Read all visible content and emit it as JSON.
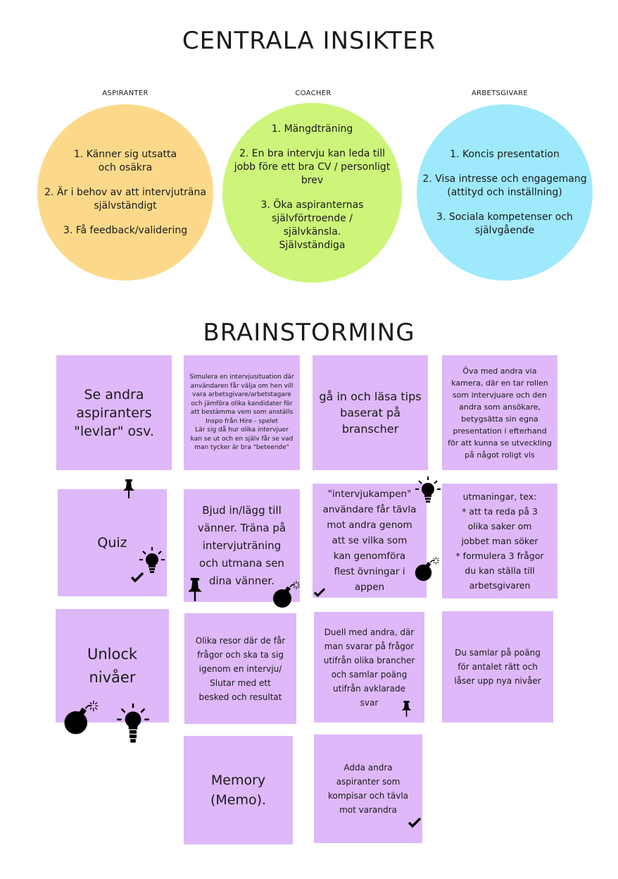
{
  "titles": {
    "insights": "CENTRALA INSIKTER",
    "brainstorming": "BRAINSTORMING"
  },
  "groups": [
    {
      "label": "ASPIRANTER",
      "color": "#fcd98a",
      "items": [
        "1. Känner sig utsatta\noch osäkra",
        "2. Är i behov av att intervjuträna\nsjälvständigt",
        "3. Få feedback/validering"
      ]
    },
    {
      "label": "COACHER",
      "color": "#cdf57a",
      "items": [
        "1. Mängdträning",
        "2. En bra intervju kan leda till\njobb före ett bra CV / personligt\nbrev",
        "3. Öka aspiranternas\nsjälvförtroende /\nsjälvkänsla.\nSjälvständiga"
      ]
    },
    {
      "label": "ARBETSGIVARE",
      "color": "#9ee9fb",
      "items": [
        "1. Koncis presentation",
        "2. Visa intresse och engagemang\n(attityd och inställning)",
        "3. Sociala kompetenser och\nsjälvgående"
      ]
    }
  ],
  "notes": {
    "n1": "Se andra\naspiranters\n\"levlar\" osv.",
    "n2": "Simulera en intervjusituation där\nanvändaren får välja om hen vill\nvara arbetsgivare/arbetstagare\noch jämföra olika kandidater för\natt bestämma vem som anställs\nInspo från Hire - spelet\nLär sig då hur olika intervjuer\nkan se ut och en själv får se vad\nman tycker är bra \"beteende\"",
    "n3": "gå in och läsa tips\nbaserat på\nbranscher",
    "n4": "Öva med andra via\nkamera, där en tar rollen\nsom intervjuare och den\nandra som ansökare,\nbetygsätta sin egna\npresentation i efterhand\nför att kunna se utveckling\npå något roligt vis",
    "n5": "Quiz",
    "n6": "Bjud in/lägg till\nvänner. Träna på\nintervjuträning\noch utmana sen\ndina vänner.",
    "n7": "\"intervjukampen\"\nanvändare får tävla\nmot andra genom\natt se vilka som\nkan genomföra\nflest övningar i\nappen",
    "n8": "utmaningar, tex:\n* att ta reda på 3\nolika saker om\njobbet man söker\n* formulera 3 frågor\ndu kan ställa till\narbetsgivaren",
    "n9": "Unlock\nnivåer",
    "n10": "Olika resor där de får\nfrågor och ska ta sig\nigenom en intervju/\nSlutar med ett\nbesked och resultat",
    "n11": "Duell med andra, där\nman svarar på frågor\nutifrån olika brancher\noch samlar poäng\nutifrån avklarade\nsvar",
    "n12": "Du samlar på poäng\nför antalet rätt och\nlåser upp nya nivåer",
    "n13": "Memory\n(Memo).",
    "n14": "Adda andra\naspiranter som\nkompisar och tävla\nmot varandra"
  },
  "icons": [
    "pin-icon",
    "lightbulb-icon",
    "bomb-icon",
    "checkmark-icon"
  ],
  "note_color": "#deb8f8"
}
